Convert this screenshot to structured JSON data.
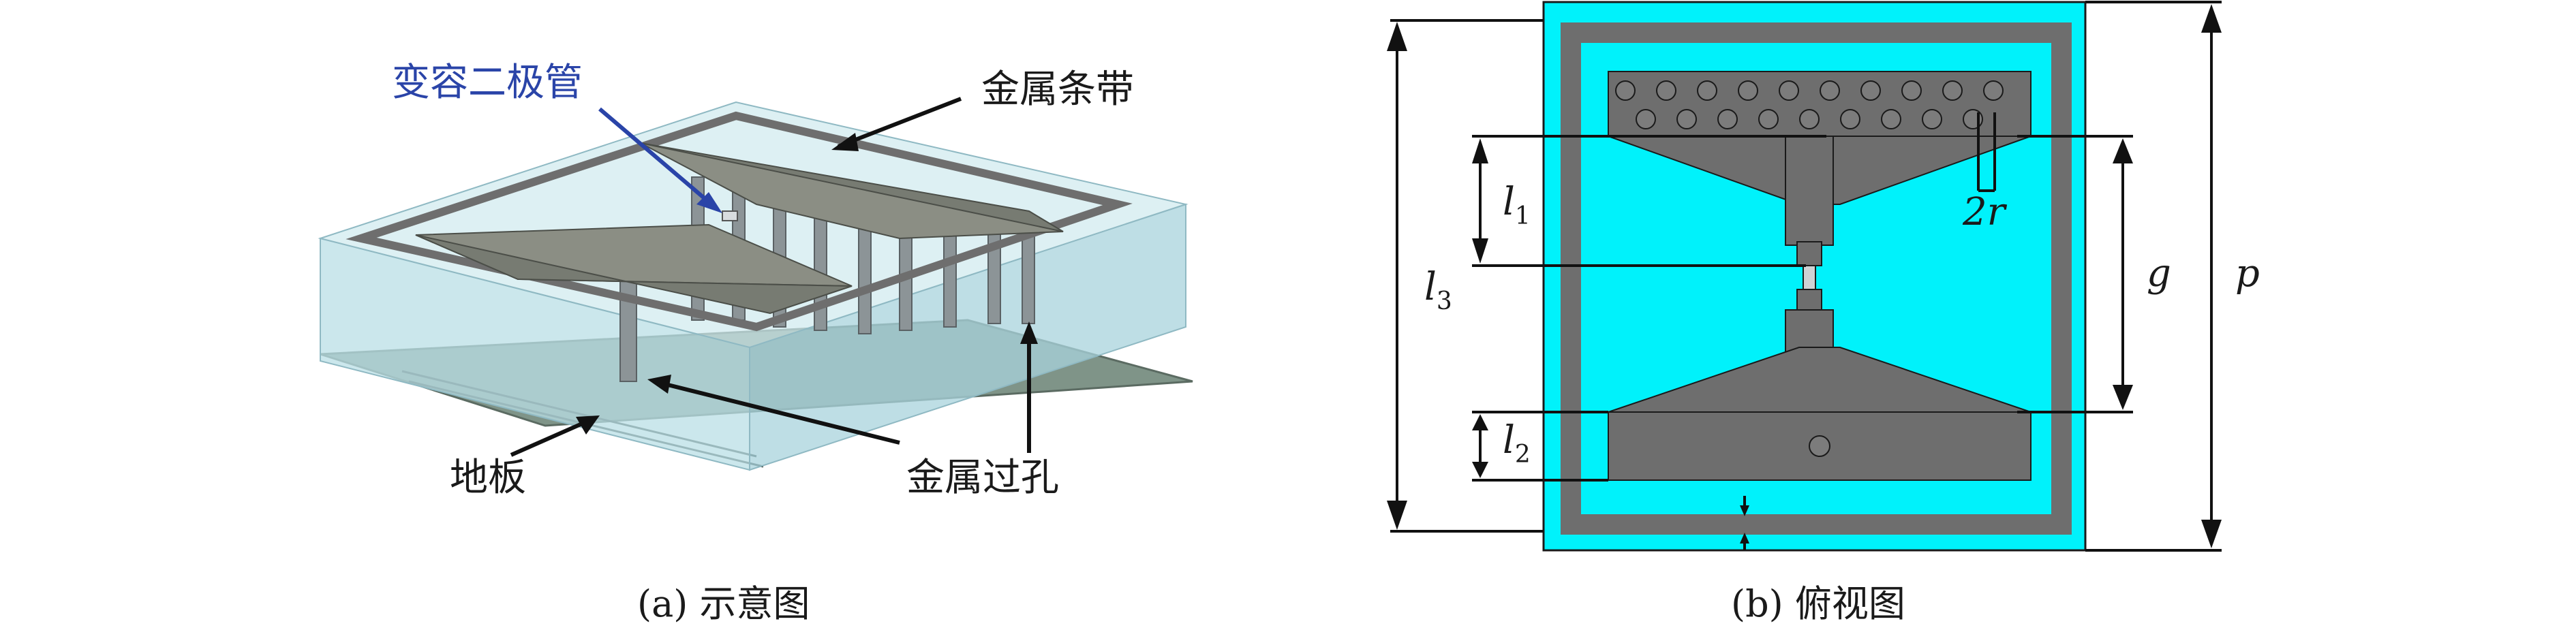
{
  "panel_a": {
    "labels": {
      "varactor": "变容二极管",
      "metal_strip": "金属条带",
      "ground": "地板",
      "via": "金属过孔"
    },
    "caption": "(a) 示意图"
  },
  "panel_b": {
    "dims": {
      "l1_main": "l",
      "l1_sub": "1",
      "l2_main": "l",
      "l2_sub": "2",
      "l3_main": "l",
      "l3_sub": "3",
      "g": "g",
      "p": "p",
      "two_r": "2r"
    },
    "caption": "(b) 俯视图"
  },
  "colors": {
    "substrate_cyan": "#00f2fb",
    "metal_gray": "#6e6e6e",
    "varactor_blue": "#2a44a8",
    "glass": "#b9dfe6",
    "ground_green": "#7f9488"
  }
}
